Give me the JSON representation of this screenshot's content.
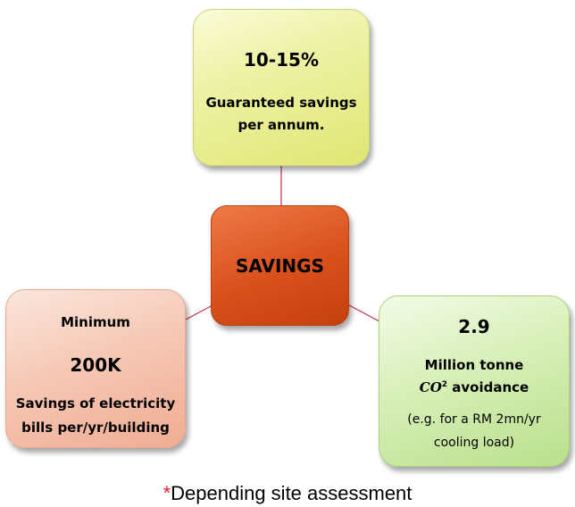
{
  "center": {
    "label": "SAVINGS"
  },
  "top": {
    "headline": "10-15%",
    "desc_line1": "Guaranteed savings",
    "desc_line2": "per annum."
  },
  "left": {
    "pre": "Minimum",
    "headline": "200K",
    "desc_line1": "Savings of electricity",
    "desc_line2": "bills per/yr/building"
  },
  "right": {
    "headline": "2.9",
    "desc_line1": "Million tonne",
    "co_symbol": "CO",
    "co_sup": "2",
    "co_suffix": " avoidance",
    "note_line1": "(e.g. for a RM 2mn/yr",
    "note_line2": "cooling load)"
  },
  "footnote": {
    "mark": "*",
    "text": "Depending site assessment"
  },
  "colors": {
    "center": "#d9501c",
    "top": "#eef2a8",
    "left": "#f6c8b5",
    "right": "#d7efb7",
    "connector": "#c0304a",
    "footnote_mark": "#e0202a"
  }
}
